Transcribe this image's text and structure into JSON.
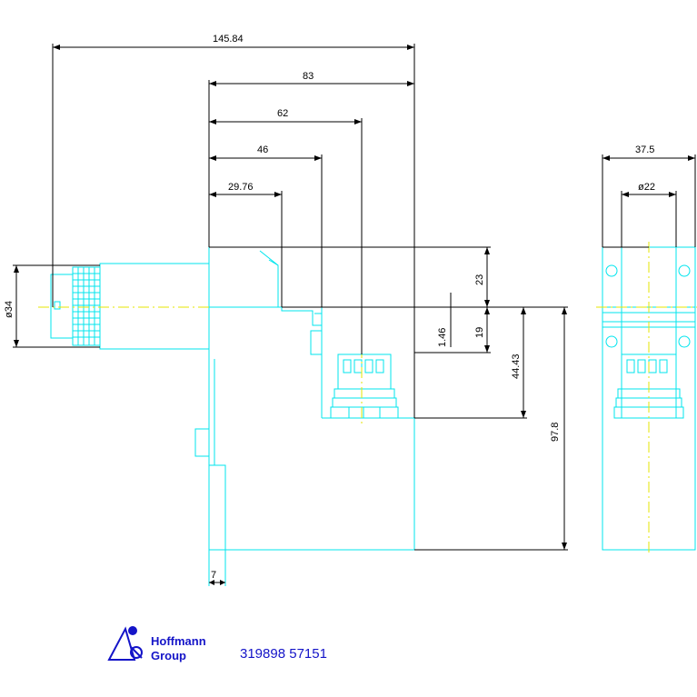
{
  "drawing": {
    "dimensions": {
      "overall_width": "145.84",
      "width_83": "83",
      "width_62": "62",
      "width_46": "46",
      "width_29_76": "29.76",
      "diameter_34": "ø34",
      "height_23": "23",
      "offset_1_46": "1.46",
      "height_19": "19",
      "height_44_43": "44.43",
      "height_97_8": "97.8",
      "thickness_7": "7",
      "side_width": "37.5",
      "side_diameter": "ø22"
    },
    "colors": {
      "outline": "#00e5ee",
      "dimension": "#000000",
      "centerline": "#e6e600",
      "brand": "#1414c8"
    }
  },
  "title_block": {
    "brand_line1": "Hoffmann",
    "brand_line2": "Group",
    "part_number": "319898 57151",
    "logo_icon": "hoffmann-logo-icon"
  }
}
